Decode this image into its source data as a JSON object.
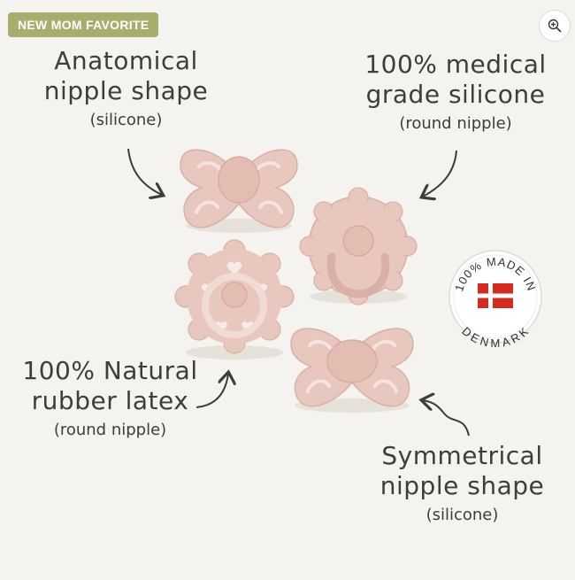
{
  "badge": {
    "text": "NEW MOM FAVORITE"
  },
  "icons": {
    "zoom": "zoom-in-icon"
  },
  "callouts": {
    "anatomical": {
      "line1": "Anatomical",
      "line2": "nipple shape",
      "sub": "(silicone)"
    },
    "medical": {
      "line1": "100% medical",
      "line2": "grade silicone",
      "sub": "(round nipple)"
    },
    "natural": {
      "line1": "100% Natural",
      "line2": "rubber latex",
      "sub": "(round nipple)"
    },
    "symmetrical": {
      "line1": "Symmetrical",
      "line2": "nipple shape",
      "sub": "(silicone)"
    }
  },
  "seal": {
    "top": "100% MADE IN",
    "bottom": "DENMARK"
  },
  "colors": {
    "background": "#f4f3ef",
    "badge": "#a8ad6e",
    "pacifier": "#e8c7bf",
    "pacifier_shade": "#d9b0a6",
    "flag_red": "#d52b1e",
    "text": "#3f3d3a"
  }
}
